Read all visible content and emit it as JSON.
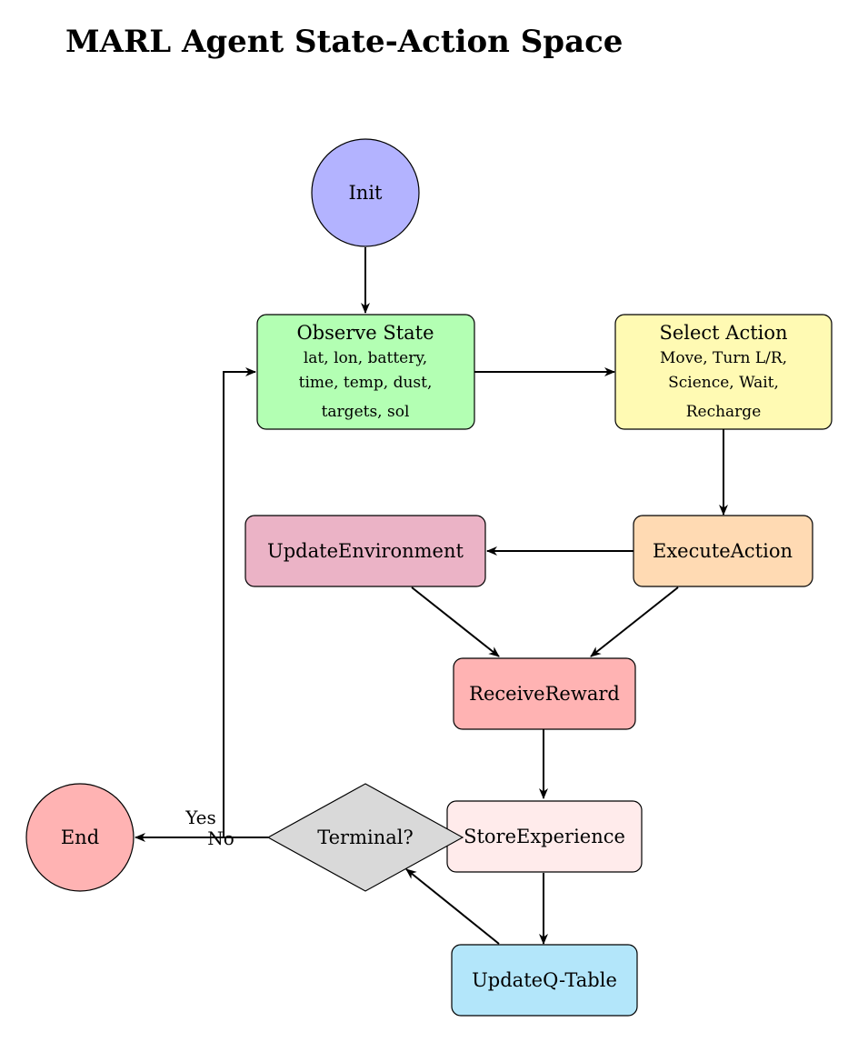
{
  "title": "MARL Agent State-Action Space",
  "nodes": {
    "init": {
      "label": "Init",
      "color": "#b3b3ff"
    },
    "observe": {
      "label": "Observe State",
      "lines": [
        "lat, lon, battery,",
        "time, temp, dust,",
        "targets, sol"
      ],
      "color": "#b3ffb3"
    },
    "select": {
      "label": "Select Action",
      "lines": [
        "Move, Turn L/R,",
        "Science, Wait,",
        "Recharge"
      ],
      "color": "#fffab3"
    },
    "execute": {
      "label": "ExecuteAction",
      "color": "#ffdab3"
    },
    "update_env": {
      "label": "UpdateEnvironment",
      "color": "#ebb3c6"
    },
    "reward": {
      "label": "ReceiveReward",
      "color": "#ffb3b3"
    },
    "store": {
      "label": "StoreExperience",
      "color": "#ffebeb"
    },
    "qtable": {
      "label": "UpdateQ-Table",
      "color": "#b3e6fa"
    },
    "terminal": {
      "label": "Terminal?",
      "color": "#d9d9d9"
    },
    "end": {
      "label": "End",
      "color": "#ffb3b3"
    }
  },
  "edge_labels": {
    "yes": "Yes",
    "no": "No"
  }
}
